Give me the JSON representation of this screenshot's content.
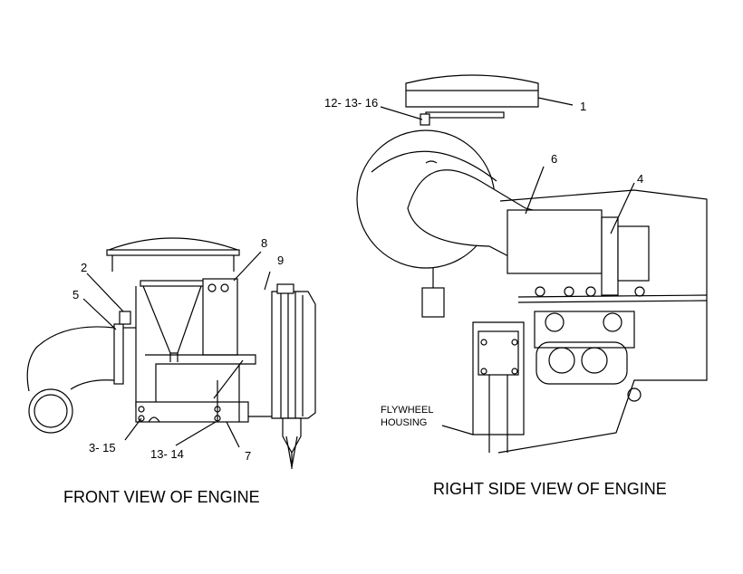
{
  "front_view": {
    "caption": "FRONT VIEW OF ENGINE",
    "callouts": {
      "c2": "2",
      "c5": "5",
      "c8": "8",
      "c9": "9",
      "c3_15": "3- 15",
      "c13_14": "13- 14",
      "c7": "7"
    }
  },
  "side_view": {
    "caption": "RIGHT SIDE VIEW  OF ENGINE",
    "callouts": {
      "c1": "1",
      "c12_13_16": "12- 13- 16",
      "c6": "6",
      "c4": "4"
    },
    "flywheel_label_line1": "FLYWHEEL",
    "flywheel_label_line2": "HOUSING"
  }
}
